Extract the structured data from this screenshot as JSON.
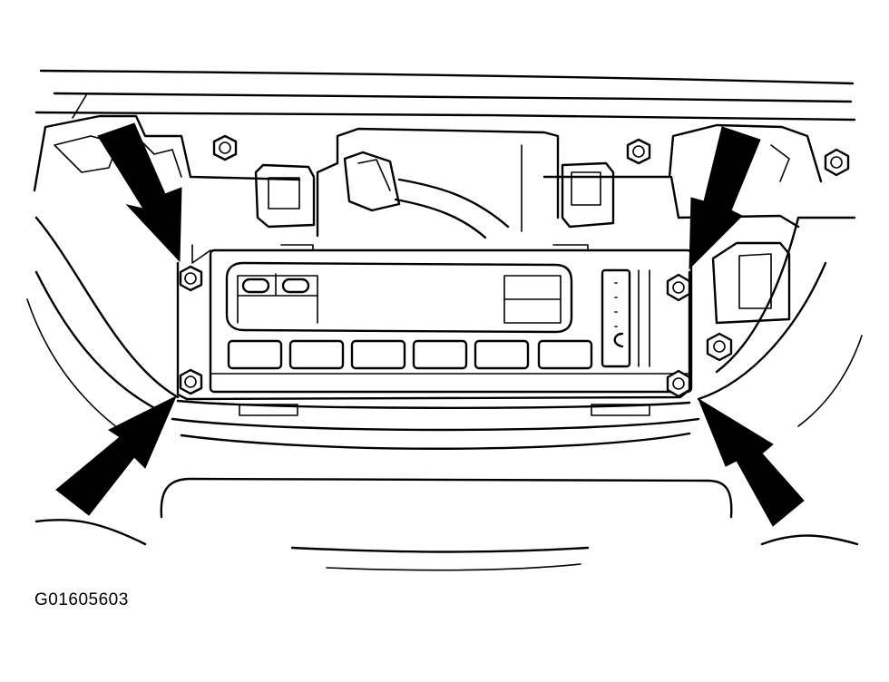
{
  "figure_id": "G01605603",
  "callouts": {
    "arrow_icon": "black-pointer-arrow",
    "fastener_icon": "hex-nut",
    "count": 4
  }
}
